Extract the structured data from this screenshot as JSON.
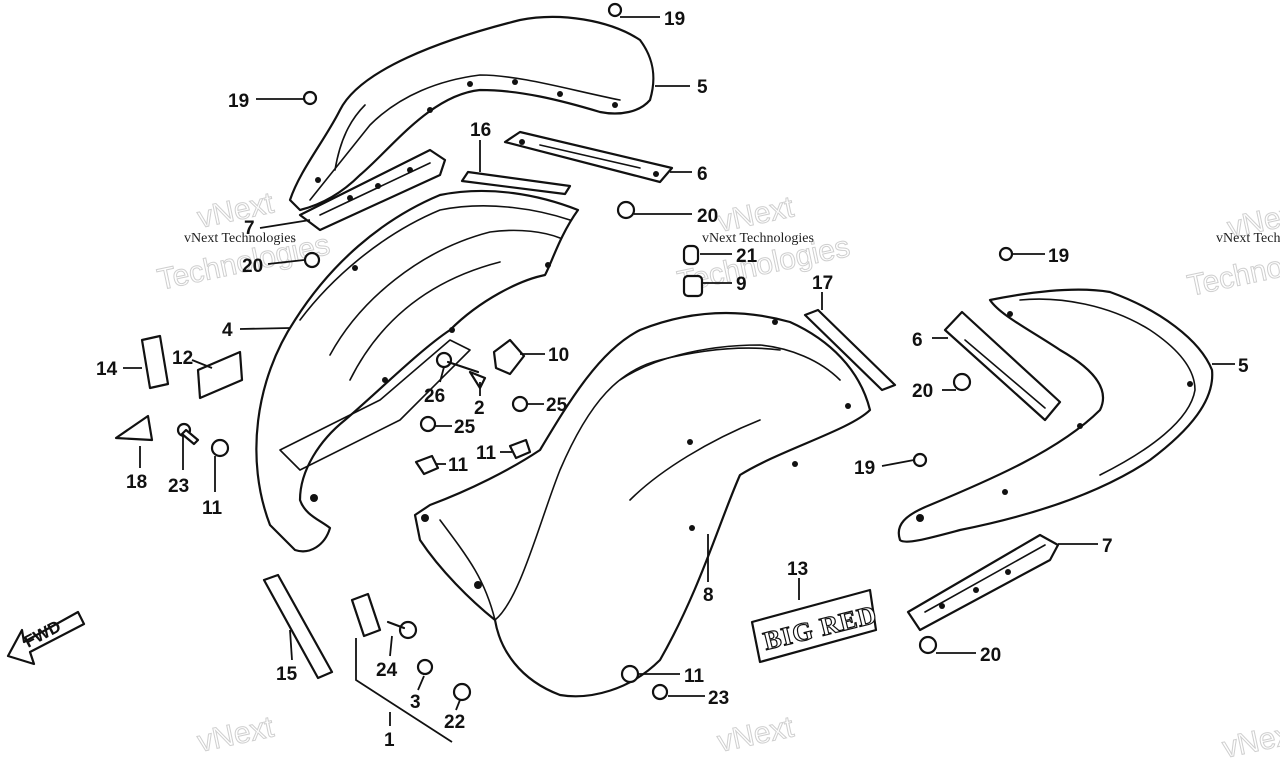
{
  "watermark": {
    "small_text": "vNext Technologies",
    "large_line1": "vNext",
    "large_line2": "Technologies",
    "corner_fragment": "vNext Technologi"
  },
  "direction": {
    "label": "FWD"
  },
  "emblem": {
    "text": "BIG RED"
  },
  "callouts": [
    "19",
    "5",
    "19",
    "16",
    "6",
    "20",
    "7",
    "20",
    "4",
    "14",
    "12",
    "18",
    "23",
    "11",
    "10",
    "26",
    "2",
    "25",
    "25",
    "11",
    "11",
    "21",
    "9",
    "17",
    "19",
    "6",
    "5",
    "20",
    "19",
    "8",
    "13",
    "7",
    "20",
    "15",
    "24",
    "3",
    "22",
    "1",
    "11",
    "23"
  ]
}
